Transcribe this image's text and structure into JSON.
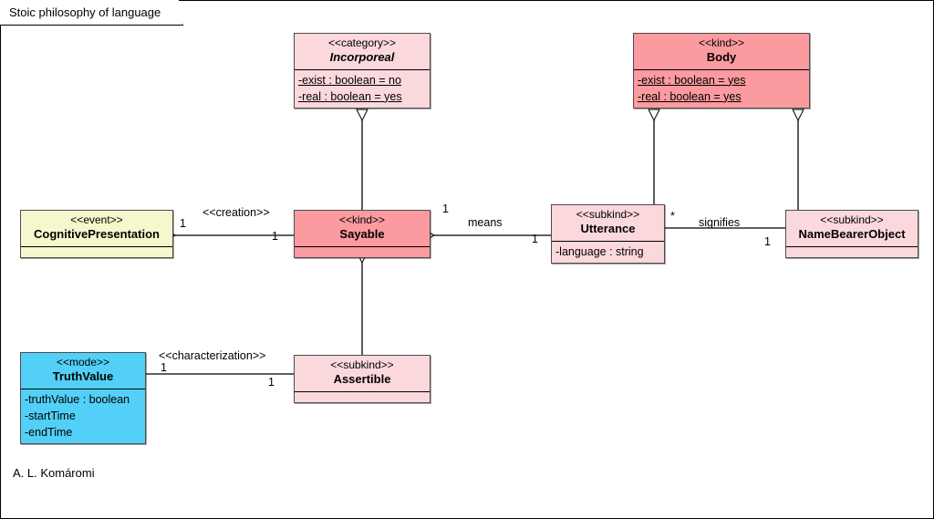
{
  "diagram": {
    "title": "Stoic philosophy of language",
    "author": "A. L. Komáromi",
    "type": "uml-class-diagram"
  },
  "classes": [
    {
      "id": "incorporeal",
      "stereotype": "<<category>>",
      "name": "Incorporeal",
      "abstract": true,
      "fill": "#fbd8dc",
      "attributes": [
        {
          "text": "-exist : boolean = no",
          "underline": true
        },
        {
          "text": "-real : boolean = yes",
          "underline": true
        }
      ]
    },
    {
      "id": "body",
      "stereotype": "<<kind>>",
      "name": "Body",
      "abstract": false,
      "fill": "#fb9a9f",
      "attributes": [
        {
          "text": "-exist : boolean = yes",
          "underline": true
        },
        {
          "text": "-real : boolean = yes",
          "underline": true
        }
      ]
    },
    {
      "id": "cognitivepresentation",
      "stereotype": "<<event>>",
      "name": "CognitivePresentation",
      "abstract": false,
      "fill": "#f7f7cd",
      "attributes": []
    },
    {
      "id": "sayable",
      "stereotype": "<<kind>>",
      "name": "Sayable",
      "abstract": false,
      "fill": "#fb9a9f",
      "attributes": []
    },
    {
      "id": "utterance",
      "stereotype": "<<subkind>>",
      "name": "Utterance",
      "abstract": false,
      "fill": "#fbd8dc",
      "attributes": [
        {
          "text": "-language : string",
          "underline": false
        }
      ]
    },
    {
      "id": "namebearerobject",
      "stereotype": "<<subkind>>",
      "name": "NameBearerObject",
      "abstract": false,
      "fill": "#fbd8dc",
      "attributes": []
    },
    {
      "id": "truthvalue",
      "stereotype": "<<mode>>",
      "name": "TruthValue",
      "abstract": false,
      "fill": "#53d0f7",
      "attributes": [
        {
          "text": "-truthValue : boolean",
          "underline": false
        },
        {
          "text": "-startTime",
          "underline": false
        },
        {
          "text": "-endTime",
          "underline": false
        }
      ]
    },
    {
      "id": "assertible",
      "stereotype": "<<subkind>>",
      "name": "Assertible",
      "abstract": false,
      "fill": "#fbd8dc",
      "attributes": []
    }
  ],
  "relations": {
    "creation": {
      "label": "<<creation>>",
      "source_mult": "1",
      "target_mult": "1"
    },
    "means": {
      "label": "means",
      "source_mult": "1",
      "target_mult": "1"
    },
    "signifies": {
      "label": "signifies",
      "source_mult": "*",
      "target_mult": "1"
    },
    "characterization": {
      "label": "<<characterization>>",
      "source_mult": "1",
      "target_mult": "1"
    }
  }
}
